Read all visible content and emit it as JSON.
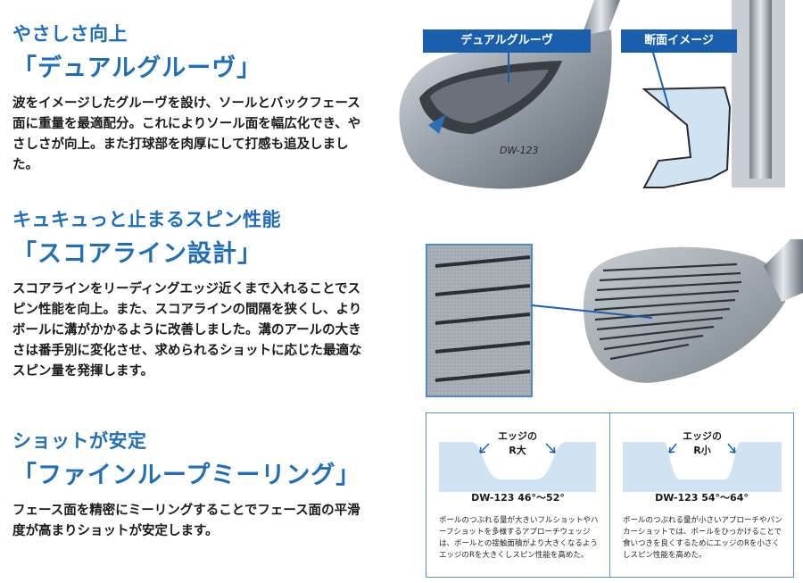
{
  "sections": [
    {
      "subtitle": "やさしさ向上",
      "title": "「デュアルグルーヴ」",
      "body": "波をイメージしたグルーヴを設け、ソールとバックフェース面に重量を最適配分。これによりソール面を幅広化でき、やさしさが向上。また打球部を肉厚にして打感も追及しました。"
    },
    {
      "subtitle": "キュキュっと止まるスピン性能",
      "title": "「スコアライン設計」",
      "body": "スコアラインをリーディングエッジ近くまで入れることでスピン性能を向上。また、スコアラインの間隔を狭くし、よりボールに溝がかかるように改善しました。溝のアールの大きさは番手別に変化させ、求められるショットに応じた最適なスピン量を発揮します。"
    },
    {
      "subtitle": "ショットが安定",
      "title": "「ファインループミーリング」",
      "body": "フェース面を精密にミーリングすることでフェース面の平滑度が高まりショットが安定します。"
    }
  ],
  "callouts": {
    "dual_groove": "デュアルグルーヴ",
    "cross_section": "断面イメージ"
  },
  "club_engraving": "DW-123",
  "diagram": {
    "left": {
      "edge_label": "エッジの\nR大",
      "model": "DW-123 46°〜52°",
      "description": "ボールのつぶれる量が大きいフルショットやハーフショットを多様するアプローチウェッジは、ボールとの接触面積がより大きくなるようエッジのRを大きくしスピン性能を高めた。"
    },
    "right": {
      "edge_label": "エッジの\nR小",
      "model": "DW-123 54°〜64°",
      "description": "ボールのつぶれる量が小さいアプローチやバンカーショットでは、ボールをひっかけることで食いつきを良くするためにエッジのRを小さくしスピン性能を高めた。"
    }
  },
  "colors": {
    "accent_blue": "#1f6fb8",
    "callout_blue": "#1a5fae",
    "diagram_fill": "#cfe3f3"
  }
}
